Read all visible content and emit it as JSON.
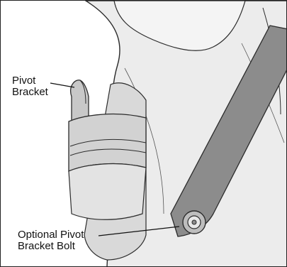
{
  "figure": {
    "callouts": [
      {
        "id": "pivot-bracket",
        "lines": [
          "Pivot",
          "Bracket"
        ]
      },
      {
        "id": "optional-pivot-bracket-bolt",
        "lines": [
          "Optional Pivot",
          "Bracket Bolt"
        ]
      }
    ],
    "colors": {
      "line": "#2b2b2b",
      "garment_light": "#e9e9e9",
      "garment_mid": "#d6d6d6",
      "bracket_fill": "#c8c8c8",
      "strap_fill": "#8c8c8c",
      "background": "#ffffff"
    }
  }
}
